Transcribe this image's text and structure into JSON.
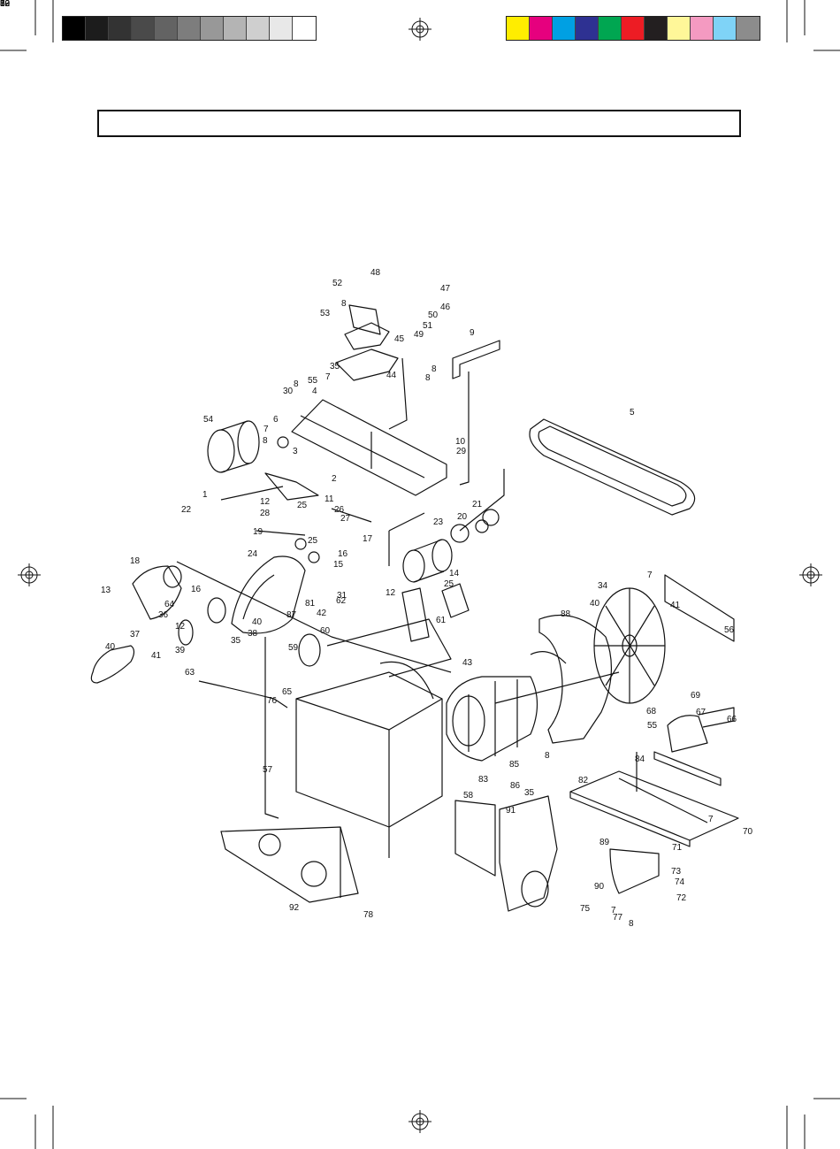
{
  "color_bars": {
    "grayscale": [
      "#000000",
      "#1c1c1c",
      "#333333",
      "#4a4a4a",
      "#636363",
      "#7d7d7d",
      "#989898",
      "#b4b4b4",
      "#cfcfcf",
      "#e8e8e8",
      "#ffffff"
    ],
    "process": [
      "#ffed00",
      "#e6007e",
      "#00a0e3",
      "#2e3192",
      "#00a651",
      "#ed1c24",
      "#231f20",
      "#fff799",
      "#f49ac1",
      "#7fd3f7",
      "#8c8c8c"
    ]
  },
  "icons": {
    "registration_marks": [
      "registration-mark-icon"
    ],
    "crop_marks": [
      "crop-mark-icon"
    ]
  },
  "header": {
    "title": ""
  },
  "diagram": {
    "part_callouts": [
      "52",
      "48",
      "47",
      "8",
      "46",
      "53",
      "50",
      "51",
      "49",
      "45",
      "9",
      "44",
      "35",
      "7",
      "55",
      "8",
      "8",
      "30",
      "8",
      "4",
      "5",
      "54",
      "6",
      "7",
      "8",
      "10",
      "29",
      "3",
      "2",
      "1",
      "12",
      "11",
      "25",
      "26",
      "28",
      "27",
      "21",
      "22",
      "20",
      "23",
      "19",
      "17",
      "25",
      "16",
      "15",
      "14",
      "24",
      "18",
      "12",
      "25",
      "16",
      "13",
      "31",
      "42",
      "62",
      "64",
      "36",
      "40",
      "12",
      "60",
      "61",
      "37",
      "38",
      "35",
      "41",
      "39",
      "59",
      "63",
      "40",
      "7",
      "34",
      "40",
      "41",
      "88",
      "56",
      "43",
      "69",
      "68",
      "67",
      "55",
      "66",
      "76",
      "65",
      "85",
      "84",
      "8",
      "83",
      "86",
      "57",
      "58",
      "35",
      "82",
      "91",
      "7",
      "70",
      "89",
      "71",
      "73",
      "74",
      "72",
      "90",
      "92",
      "75",
      "77",
      "7",
      "8",
      "78",
      "81",
      "87",
      "12",
      "80",
      "8",
      "79",
      "60",
      "32",
      "33"
    ]
  }
}
